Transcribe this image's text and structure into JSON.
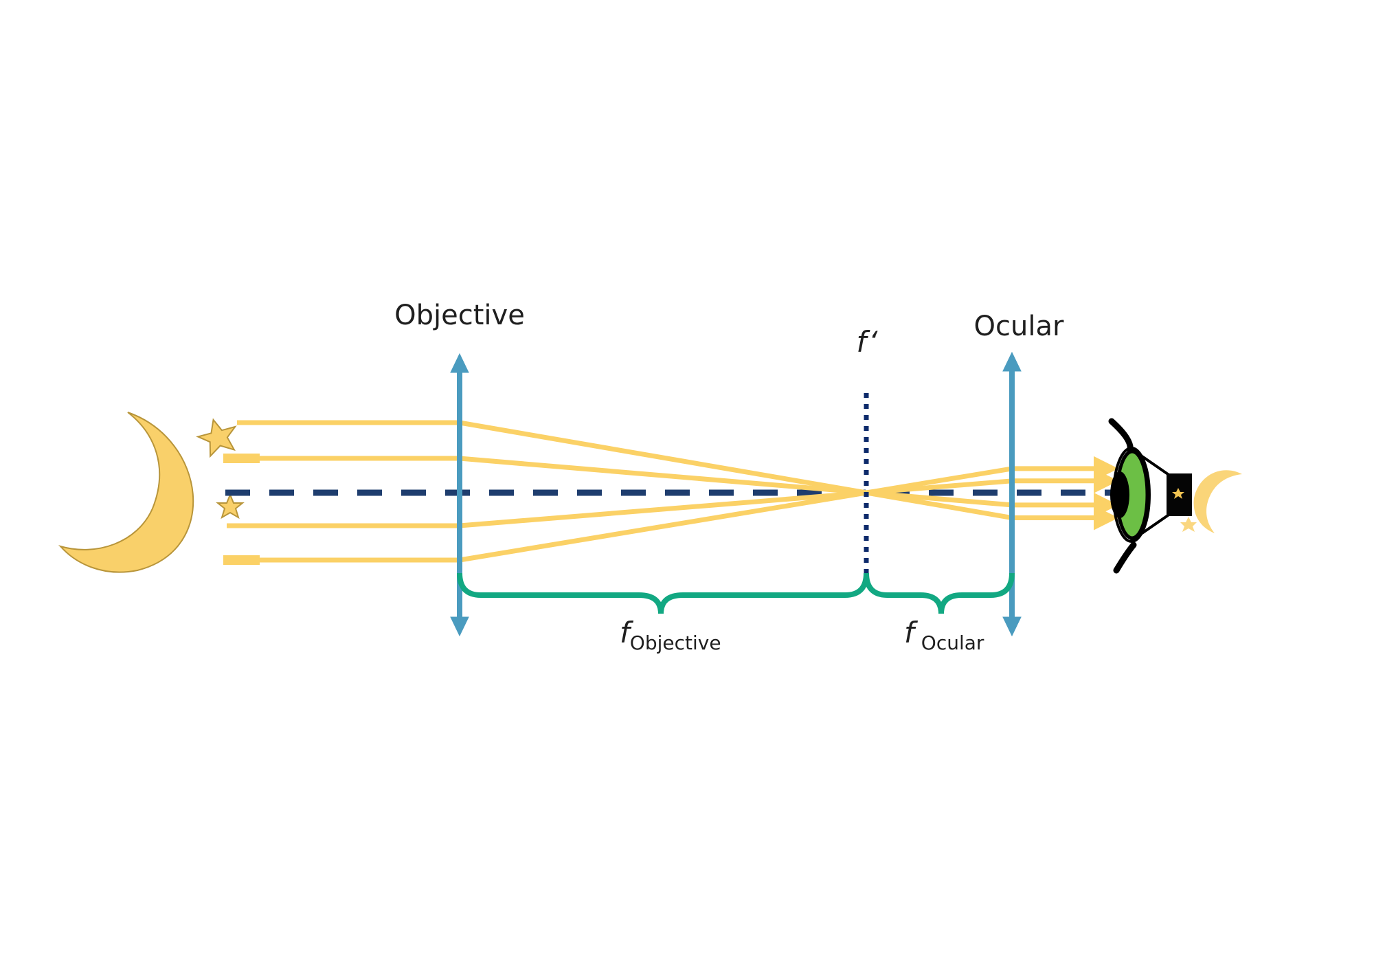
{
  "title": "Refracting telescope (Keplerian) ray diagram",
  "labels": {
    "objective": "Objective",
    "ocular": "Ocular",
    "focal_point": "f‘",
    "f_symbol": "f",
    "f_objective_sub": "Objective",
    "f_ocular_sub": "Ocular"
  },
  "colors": {
    "ray": "#fbd166",
    "lens": "#4a9bbf",
    "axis": "#1e3d6e",
    "focal_plane": "#0d2a6b",
    "brace": "#12a882",
    "moon": "#f9d06a",
    "moon_outline": "#b8953a",
    "iris": "#6cbf45",
    "eye_outline": "#000000"
  },
  "elements": {
    "source": "crescent moon with two stars",
    "incoming_rays": 4,
    "outgoing_rays": 4,
    "observer": "eye viewing inverted moon image"
  }
}
